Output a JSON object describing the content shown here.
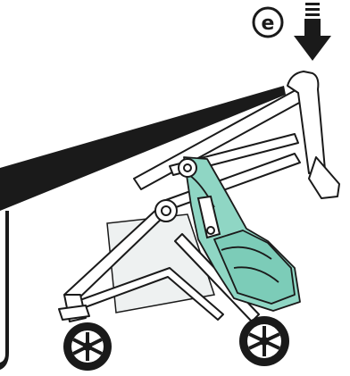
{
  "step": {
    "label": "e"
  },
  "colors": {
    "ink": "#1a1a1a",
    "fabric": "#8fd6c4",
    "fabric_shade": "#6cbfab",
    "frame_fill": "#ffffff",
    "shadow": "#e9ecec"
  },
  "icons": {
    "step_badge": "circled-letter",
    "press_arrow": "down-arrow-icon",
    "product": "stroller-fold-illustration"
  }
}
